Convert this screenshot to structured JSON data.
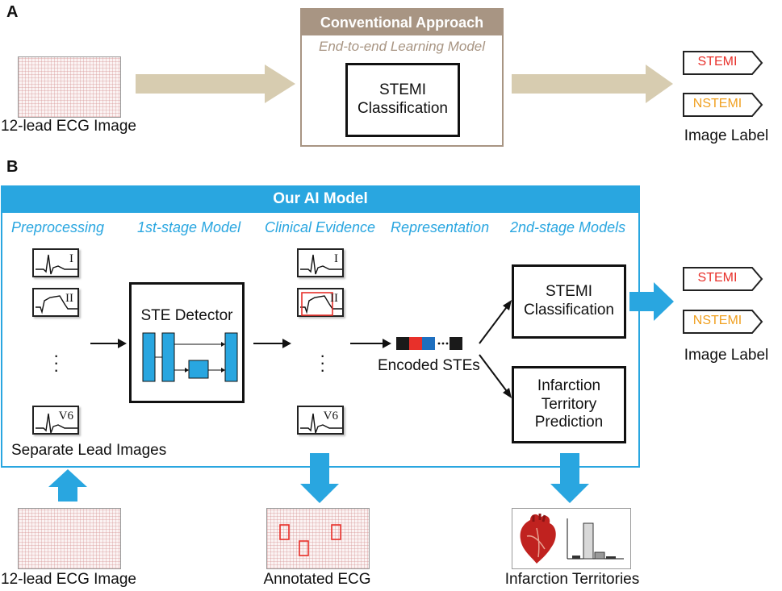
{
  "panel_a": {
    "letter": "A",
    "input_label": "12-lead ECG Image",
    "box_title": "Conventional Approach",
    "box_subtitle": "End-to-end Learning Model",
    "inner_box_line1": "STEMI",
    "inner_box_line2": "Classification",
    "tag_stemi": "STEMI",
    "tag_nstemi": "NSTEMI",
    "output_label": "Image Label"
  },
  "panel_b": {
    "letter": "B",
    "model_title": "Our AI Model",
    "stages": [
      "Preprocessing",
      "1st-stage Model",
      "Clinical Evidence",
      "Representation",
      "2nd-stage Models"
    ],
    "lead_labels": [
      "I",
      "II",
      "V6"
    ],
    "separate_leads_label": "Separate Lead Images",
    "detector_label": "STE Detector",
    "encoded_label": "Encoded STEs",
    "stemi_box_line1": "STEMI",
    "stemi_box_line2": "Classification",
    "infarction_box_line1": "Infarction",
    "infarction_box_line2": "Territory",
    "infarction_box_line3": "Prediction",
    "tag_stemi": "STEMI",
    "tag_nstemi": "NSTEMI",
    "output_label": "Image Label",
    "bottom_input_label": "12-lead ECG Image",
    "bottom_annotated_label": "Annotated ECG",
    "bottom_territories_label": "Infarction Territories"
  },
  "colors": {
    "tan_arrow": "#d7ccb0",
    "tan_header": "#a89583",
    "blue": "#29a6e0",
    "stemi_red": "#e8302a",
    "nstemi_orange": "#f0a020",
    "heart_red": "#c0221f"
  }
}
